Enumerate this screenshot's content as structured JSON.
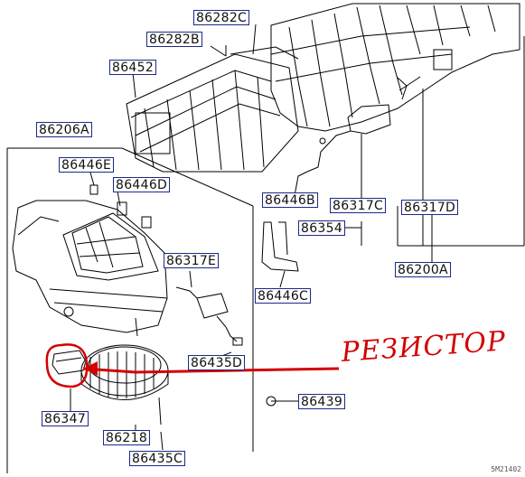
{
  "diagram": {
    "labels": {
      "l86282C": "86282C",
      "l86282B": "86282B",
      "l86452": "86452",
      "l86206A": "86206A",
      "l86446E": "86446E",
      "l86446D": "86446D",
      "l86446B": "86446B",
      "l86317C": "86317C",
      "l86317D": "86317D",
      "l86354": "86354",
      "l86317E": "86317E",
      "l86200A": "86200A",
      "l86446C": "86446C",
      "l86435D": "86435D",
      "l86439": "86439",
      "l86347": "86347",
      "l86218": "86218",
      "l86435C": "86435C"
    },
    "annotation": "РЕЗИСТОР",
    "footer_code": "5M21402",
    "colors": {
      "line": "#000000",
      "label_border": "#1a2a8a",
      "annotation": "#d40000"
    }
  }
}
